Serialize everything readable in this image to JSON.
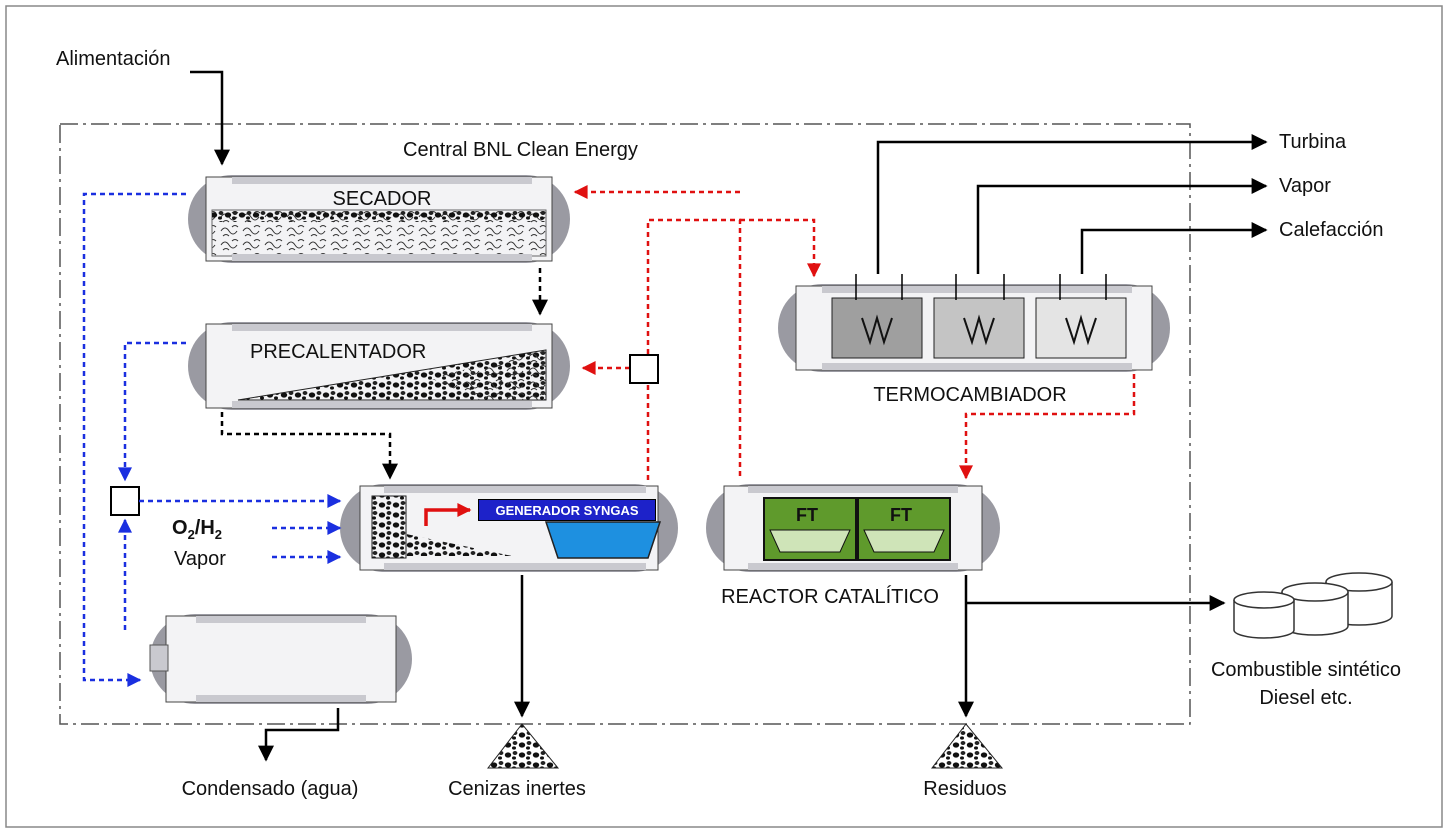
{
  "diagram": {
    "plant_label": "Central BNL Clean Energy",
    "inputs": {
      "feed": "Alimentación",
      "gas_main": "O",
      "gas_sub1": "2",
      "gas_sep": "/H",
      "gas_sub2": "2",
      "steam": "Vapor"
    },
    "units": {
      "dryer": "SECADOR",
      "preheater": "PRECALENTADOR",
      "syngas": "GENERADOR SYNGAS",
      "heat_exchanger": "TERMOCAMBIADOR",
      "reactor": "REACTOR CATALÍTICO",
      "ft_module": "FT"
    },
    "outputs": {
      "turbine": "Turbina",
      "steam": "Vapor",
      "heating": "Calefacción",
      "condensate": "Condensado (agua)",
      "ashes": "Cenizas inertes",
      "waste": "Residuos",
      "fuel_line1": "Combustible sintético",
      "fuel_line2": "Diesel etc."
    },
    "colors": {
      "blue_flow": "#1a2fe0",
      "red_flow": "#e01010",
      "black_flow": "#000000",
      "boundary": "#555555",
      "vessel_shell": "#f3f3f5",
      "vessel_end": "#9a9aa2",
      "syngas_label_bg": "#1d22c9",
      "syngas_tank": "#1e90e0",
      "ft_fill": "#5f9a2c"
    }
  }
}
